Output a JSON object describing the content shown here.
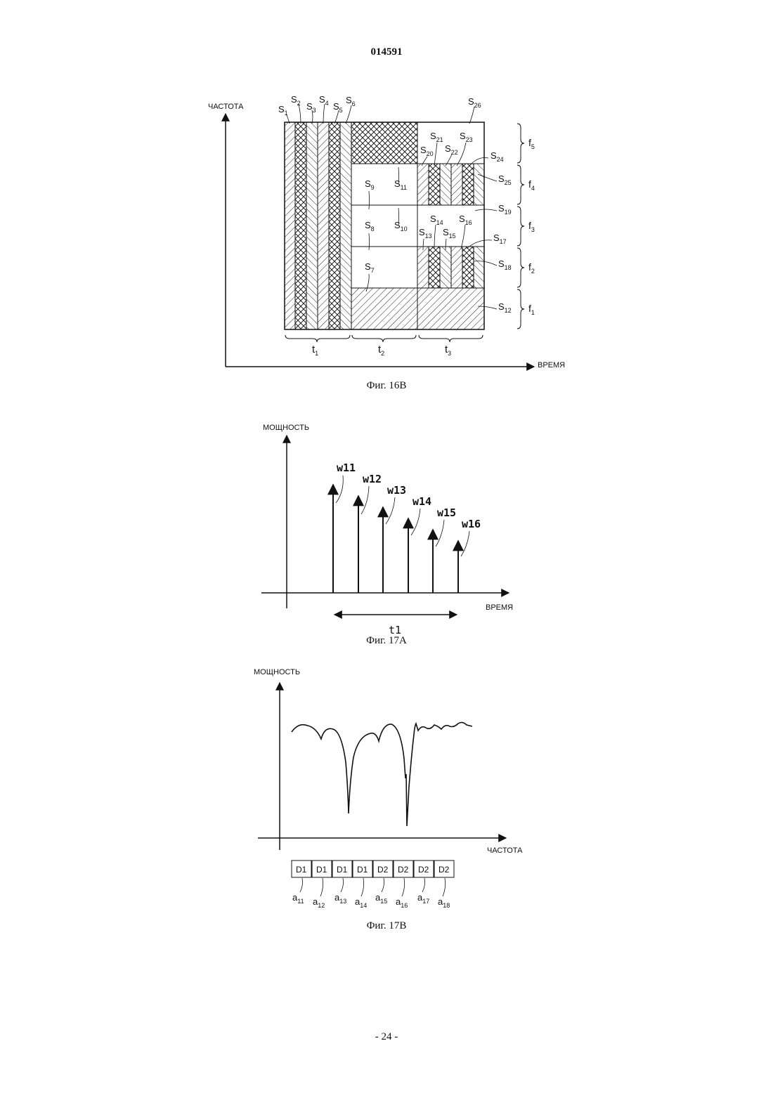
{
  "header": {
    "doc_number": "014591"
  },
  "fig16b": {
    "caption": "Фиг. 16В",
    "y_axis": "ЧАСТОТА",
    "x_axis": "ВРЕМЯ",
    "t_labels": [
      "t",
      "t",
      "t"
    ],
    "t_subs": [
      "1",
      "2",
      "3"
    ],
    "f_labels": [
      "f",
      "f",
      "f",
      "f",
      "f"
    ],
    "f_subs": [
      "5",
      "4",
      "3",
      "2",
      "1"
    ],
    "s_labels": [
      {
        "t": "S",
        "s": "1"
      },
      {
        "t": "S",
        "s": "2"
      },
      {
        "t": "S",
        "s": "3"
      },
      {
        "t": "S",
        "s": "4"
      },
      {
        "t": "S",
        "s": "5"
      },
      {
        "t": "S",
        "s": "6"
      },
      {
        "t": "S",
        "s": "26"
      },
      {
        "t": "S",
        "s": "21"
      },
      {
        "t": "S",
        "s": "23"
      },
      {
        "t": "S",
        "s": "20"
      },
      {
        "t": "S",
        "s": "22"
      },
      {
        "t": "S",
        "s": "24"
      },
      {
        "t": "S",
        "s": "9"
      },
      {
        "t": "S",
        "s": "11"
      },
      {
        "t": "S",
        "s": "25"
      },
      {
        "t": "S",
        "s": "19"
      },
      {
        "t": "S",
        "s": "14"
      },
      {
        "t": "S",
        "s": "16"
      },
      {
        "t": "S",
        "s": "8"
      },
      {
        "t": "S",
        "s": "10"
      },
      {
        "t": "S",
        "s": "13"
      },
      {
        "t": "S",
        "s": "15"
      },
      {
        "t": "S",
        "s": "17"
      },
      {
        "t": "S",
        "s": "7"
      },
      {
        "t": "S",
        "s": "18"
      },
      {
        "t": "S",
        "s": "12"
      }
    ]
  },
  "fig17a": {
    "caption": "Фиг. 17А",
    "y_axis": "МОЩНОСТЬ",
    "x_axis": "ВРЕМЯ",
    "span_label": "t1",
    "pulses": [
      "w11",
      "w12",
      "w13",
      "w14",
      "w15",
      "w16"
    ]
  },
  "fig17b": {
    "caption": "Фиг. 17В",
    "y_axis": "МОЩНОСТЬ",
    "x_axis": "ЧАСТОТА",
    "cells": [
      "D1",
      "D1",
      "D1",
      "D1",
      "D2",
      "D2",
      "D2",
      "D2"
    ],
    "a_labels": [
      {
        "t": "a",
        "s": "11"
      },
      {
        "t": "a",
        "s": "12"
      },
      {
        "t": "a",
        "s": "13"
      },
      {
        "t": "a",
        "s": "14"
      },
      {
        "t": "a",
        "s": "15"
      },
      {
        "t": "a",
        "s": "16"
      },
      {
        "t": "a",
        "s": "17"
      },
      {
        "t": "a",
        "s": "18"
      }
    ]
  },
  "footer": {
    "page_number": "- 24 -"
  }
}
